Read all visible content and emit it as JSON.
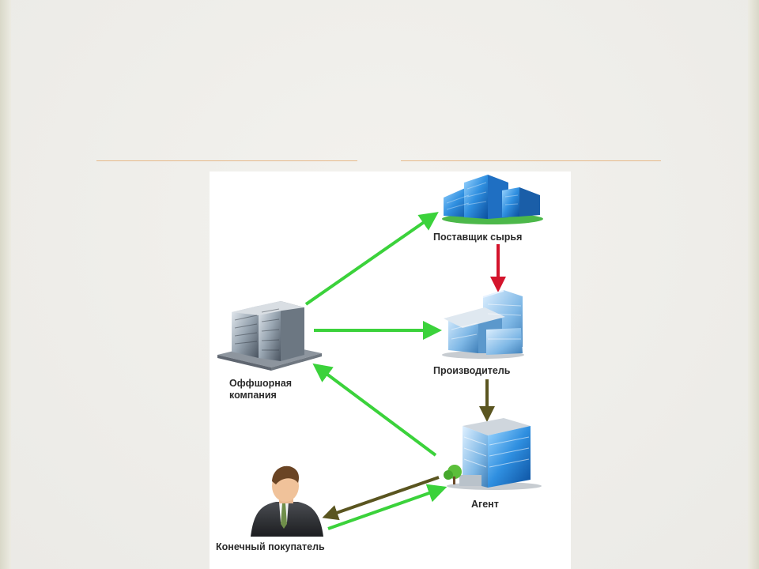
{
  "diagram": {
    "nodes": {
      "supplier": {
        "label": "Поставщик сырья",
        "icon": "office-building-blue-icon"
      },
      "producer": {
        "label": "Производитель",
        "icon": "factory-building-icon"
      },
      "offshore": {
        "label": "Оффшорная компания",
        "icon": "office-tower-icon"
      },
      "agent": {
        "label": "Агент",
        "icon": "agent-building-icon"
      },
      "buyer": {
        "label": "Конечный покупатель",
        "icon": "businessman-icon"
      }
    },
    "edges": [
      {
        "from": "offshore",
        "to": "supplier",
        "color": "#3bd23b"
      },
      {
        "from": "offshore",
        "to": "producer",
        "color": "#3bd23b"
      },
      {
        "from": "supplier",
        "to": "producer",
        "color": "#d4142c"
      },
      {
        "from": "producer",
        "to": "agent",
        "color": "#5a5520"
      },
      {
        "from": "agent",
        "to": "offshore",
        "color": "#3bd23b"
      },
      {
        "from": "agent",
        "to": "buyer",
        "color": "#5a5520"
      },
      {
        "from": "buyer",
        "to": "agent",
        "color": "#3bd23b"
      }
    ]
  },
  "colors": {
    "green_arrow": "#3bd23b",
    "red_arrow": "#d4142c",
    "olive_arrow": "#5a5520",
    "title_rule": "#e6b98a"
  }
}
